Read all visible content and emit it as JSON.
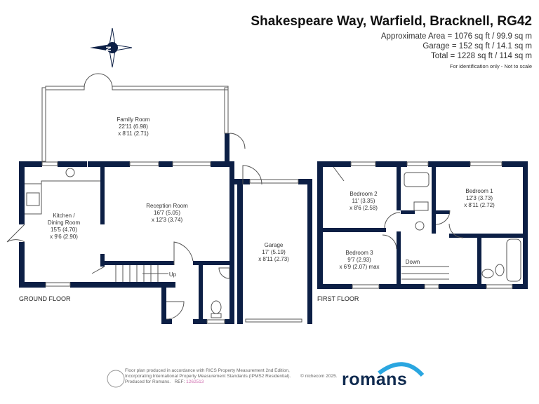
{
  "header": {
    "title": "Shakespeare Way, Warfield, Bracknell, RG42",
    "areas": [
      "Approximate Area = 1076 sq ft / 99.9 sq m",
      "Garage = 152 sq ft / 14.1 sq m",
      "Total = 1228 sq ft / 114 sq m"
    ],
    "note": "For identification only - Not to scale"
  },
  "compass": {
    "label": "N"
  },
  "ground_floor": {
    "label": "GROUND FLOOR",
    "rooms": [
      {
        "name": "Family Room",
        "dim1": "22'11 (6.98)",
        "dim2": "x 8'11 (2.71)"
      },
      {
        "name": "Kitchen /",
        "name2": "Dining Room",
        "dim1": "15'5 (4.70)",
        "dim2": "x 9'6 (2.90)"
      },
      {
        "name": "Reception Room",
        "dim1": "16'7 (5.05)",
        "dim2": "x 12'3 (3.74)"
      },
      {
        "name": "Garage",
        "dim1": "17' (5.19)",
        "dim2": "x 8'11 (2.73)"
      }
    ],
    "stairs": "Up"
  },
  "first_floor": {
    "label": "FIRST FLOOR",
    "rooms": [
      {
        "name": "Bedroom 2",
        "dim1": "11' (3.35)",
        "dim2": "x 8'6 (2.58)"
      },
      {
        "name": "Bedroom 1",
        "dim1": "12'3 (3.73)",
        "dim2": "x 8'11 (2.72)"
      },
      {
        "name": "Bedroom 3",
        "dim1": "9'7 (2.93)",
        "dim2": "x 6'9 (2.07) max"
      }
    ],
    "stairs": "Down"
  },
  "footer": {
    "line1": "Floor plan produced in accordance with RICS Property Measurement 2nd Edition,",
    "line2": "Incorporating International Property Measurement Standards (IPMS2 Residential).",
    "line3": "Produced for Romans.",
    "ref_label": "REF:",
    "ref": "1262513",
    "copyright": "© nichecom 2025.",
    "logo": "romans"
  },
  "colors": {
    "wall": "#0c1f45",
    "logo": "#0f2a4f",
    "logo_arc": "#2aa6e0",
    "ref": "#d070b0"
  }
}
